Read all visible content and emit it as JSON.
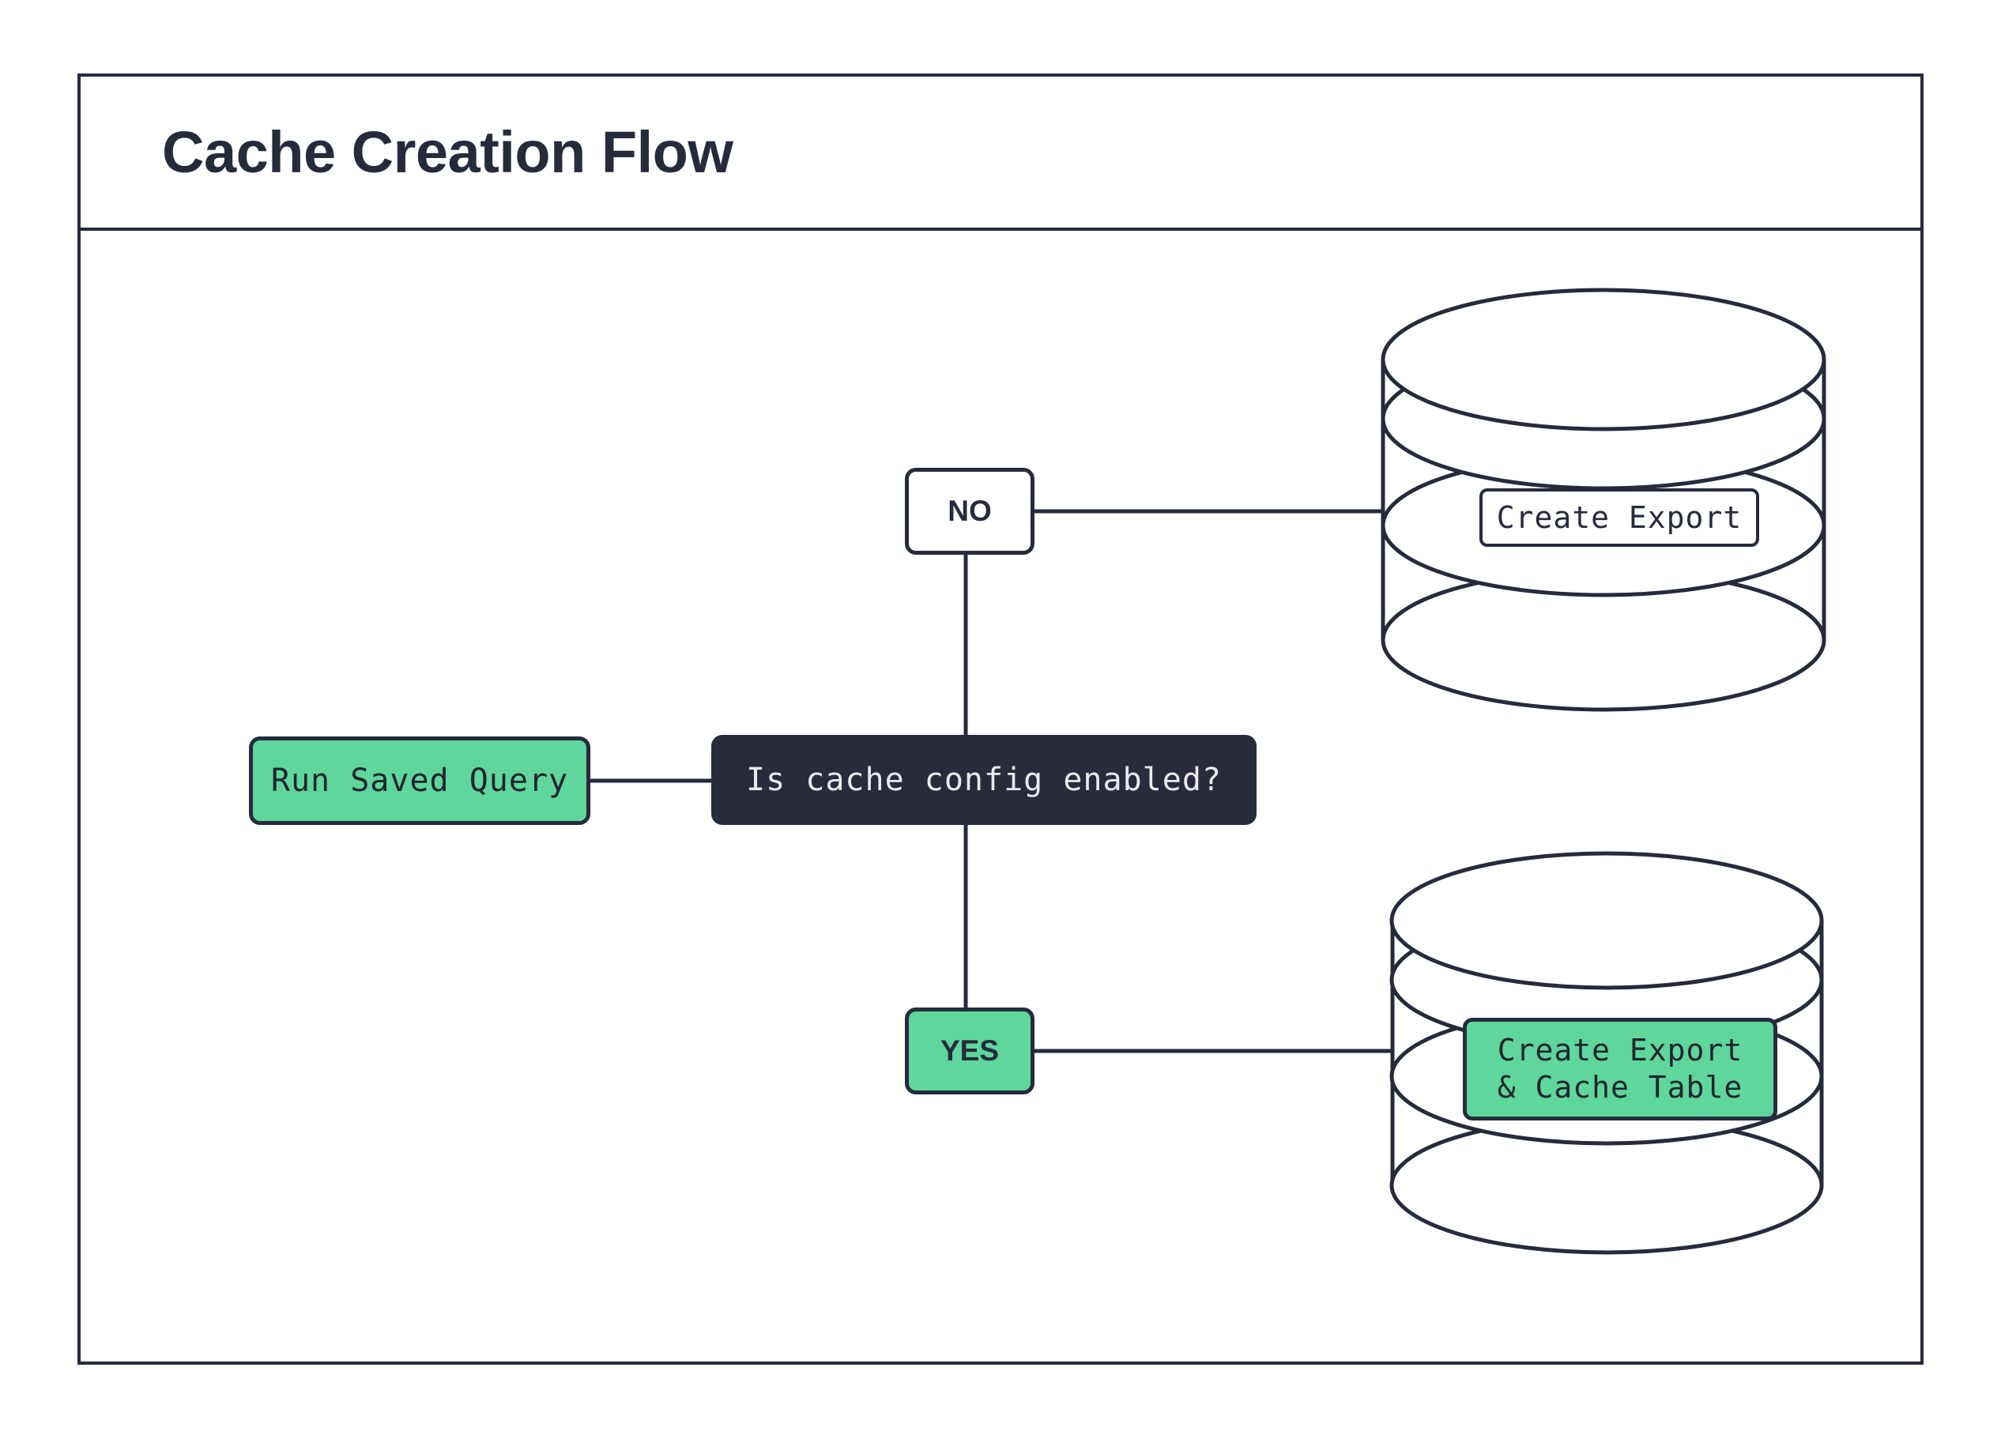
{
  "diagram": {
    "title": "Cache Creation Flow",
    "colors": {
      "ink": "#262B3C",
      "accent_green": "#5FD69C",
      "dark_fill": "#272B3B",
      "light_text": "#E9E9EE",
      "background": "#FFFFFF"
    },
    "nodes": [
      {
        "id": "run-saved-query",
        "label": "Run Saved Query",
        "shape": "rounded-rect",
        "fill": "#5FD69C"
      },
      {
        "id": "decision",
        "label": "Is cache config enabled?",
        "shape": "rounded-rect",
        "fill": "#272B3B"
      },
      {
        "id": "no",
        "label": "NO",
        "shape": "rounded-rect",
        "fill": "#FFFFFF"
      },
      {
        "id": "yes",
        "label": "YES",
        "shape": "rounded-rect",
        "fill": "#5FD69C"
      },
      {
        "id": "create-export",
        "label": "Create Export",
        "shape": "database-cylinder-label",
        "fill": "#FFFFFF"
      },
      {
        "id": "create-export-cache",
        "label": "Create Export\n& Cache Table",
        "shape": "database-cylinder-label",
        "fill": "#5FD69C"
      }
    ],
    "cylinders": [
      {
        "id": "export-database",
        "name": "database-cylinder-top"
      },
      {
        "id": "cache-table-database",
        "name": "database-cylinder-bottom"
      }
    ],
    "edges": [
      {
        "from": "run-saved-query",
        "to": "decision",
        "kind": "horizontal"
      },
      {
        "from": "decision",
        "to": "no",
        "kind": "vertical-up"
      },
      {
        "from": "decision",
        "to": "yes",
        "kind": "vertical-down"
      },
      {
        "from": "no",
        "to": "create-export",
        "kind": "horizontal"
      },
      {
        "from": "yes",
        "to": "create-export-cache",
        "kind": "horizontal"
      }
    ]
  }
}
